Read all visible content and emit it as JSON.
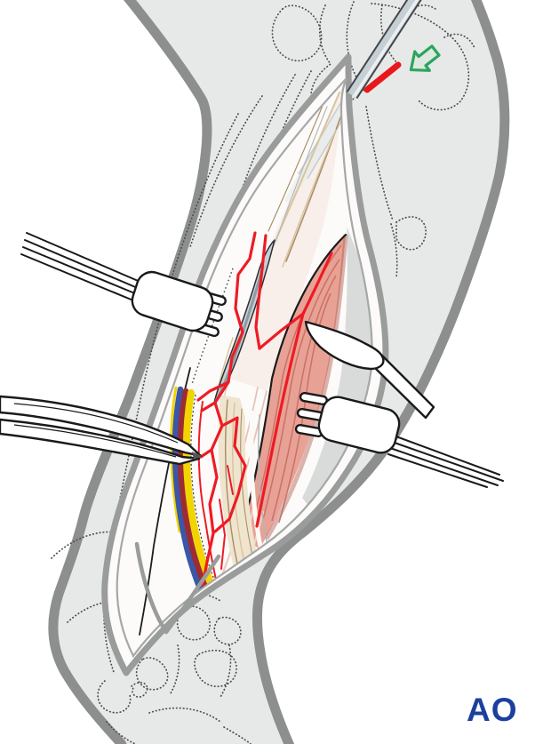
{
  "figure": {
    "kind": "surgical technique illustration of an open approach to a limb with retractors and intramedullary implant",
    "logo": {
      "text": "AO"
    },
    "elements": [
      {
        "name": "limb-silhouette"
      },
      {
        "name": "bone-outlines-dotted"
      },
      {
        "name": "surgical-incision"
      },
      {
        "name": "exposed-muscle"
      },
      {
        "name": "blood-vessels"
      },
      {
        "name": "nerve-band"
      },
      {
        "name": "vein-band"
      },
      {
        "name": "artery-band"
      },
      {
        "name": "tendon-fibers"
      },
      {
        "name": "intramedullary-nail"
      },
      {
        "name": "nail-cut-level-mark"
      },
      {
        "name": "insertion-direction-arrow",
        "direction": "down-left"
      },
      {
        "name": "rake-retractor-left"
      },
      {
        "name": "rake-retractor-right"
      },
      {
        "name": "pointed-retractor"
      },
      {
        "name": "forceps"
      }
    ]
  },
  "palette": {
    "limb-fill": "#E7E9E9",
    "limb-border": "#8D8F8E",
    "wound-edge": "#9A9C9B",
    "fascia-gray": "#A6A8A7",
    "pocket-gray": "#D8DBDA",
    "dot-gray": "#4B4D4C",
    "muscle": "#E8A295",
    "muscle-striation": "#C4675C",
    "muscle-shade": "#B25A50",
    "muscle-tendon": "#EECFC3",
    "tendon-beige": "#D8C49C",
    "tendon-dark": "#A9906A",
    "tendon-cream": "#EFE5CF",
    "vessel-red": "#EE1B24",
    "mark-red": "#E8191C",
    "nerve-yellow": "#F2D400",
    "vein-blue": "#3A57A8",
    "artery-maroon": "#9E2B33",
    "steel": "#C6CFD4",
    "steel-dark": "#44484B",
    "steel-light": "#F0F3F5",
    "ghost-steel": "#E9ECEB",
    "instrument-outline": "#1A1A1A",
    "arrow-green": "#2BA55C",
    "arrow-fill": "#DFE8E1",
    "logo-blue": "#1C3F9F",
    "pink-wash": "#F7EBE6",
    "ink": "#1C1C1C"
  }
}
